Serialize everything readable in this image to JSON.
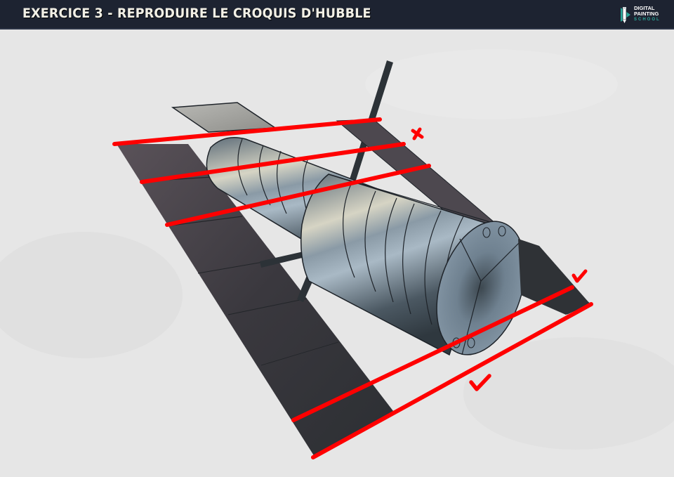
{
  "header": {
    "title": "EXERCICE 3 - REPRODUIRE LE CROQUIS D'HUBBLE",
    "logo": {
      "line1": "DIGITAL",
      "line2": "PAINTING",
      "line3": "SCHOOL",
      "icon": "pencil-play-icon"
    }
  },
  "illustration": {
    "subject": "Hubble space telescope sketch",
    "annotations": [
      {
        "mark": "cross-icon",
        "meaning": "incorrect perspective lines",
        "color": "#ff0000"
      },
      {
        "mark": "check-icon",
        "meaning": "correct perspective line (upper right)",
        "color": "#ff0000"
      },
      {
        "mark": "check-icon",
        "meaning": "correct perspective line (bottom)",
        "color": "#ff0000"
      }
    ],
    "colors": {
      "background": "#e6e6e6",
      "header": "#1d2331",
      "guide_lines": "#ff0000",
      "solar_panel": "#3a3a3f",
      "body_metal": "#7f8f9c",
      "outline": "#1e2329"
    }
  }
}
